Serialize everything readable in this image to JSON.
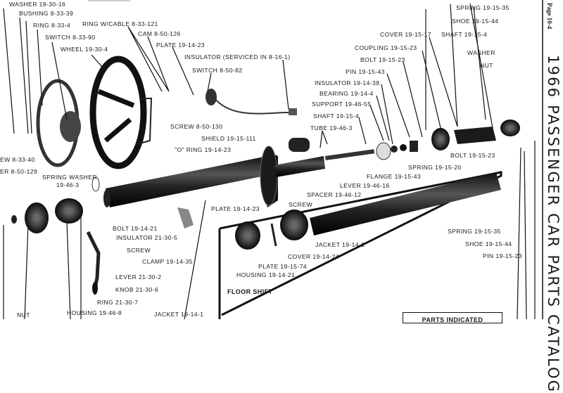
{
  "page": {
    "title": "1966 PASSENGER CAR PARTS CATALOG",
    "page_number": "Page 10-4"
  },
  "section_label": "FLOOR SHIFT",
  "parts_box": "PARTS INDICATED",
  "labels": {
    "washer_19_30_16": "WASHER 19-30-16",
    "bushing": "BUSHING 8-33-39",
    "ring_8_33_4": "RING 8-33-4",
    "switch_8_33_90": "SWITCH 8-33-90",
    "wheel": "WHEEL 19-30-4",
    "ring_cable": "RING W/CABLE 8-33-121",
    "cam": "CAM 8-50-126",
    "plate_top": "PLATE 19-14-23",
    "insulator_serviced": "INSULATOR (SERVICED IN 8-16-1)",
    "switch_8_50_82": "SWITCH 8-50-82",
    "screw_8_50_130": "SCREW 8-50-130",
    "shield": "SHIELD 19-15-111",
    "o_ring": "\"O\" RING 19-14-23",
    "screw_8_33_40": "EW 8-33-40",
    "er_8_50_129": "ER 8-50-129",
    "spring_washer": "SPRING WASHER",
    "spring_washer_num": "19-46-3",
    "plate_mid": "PLATE 19-14-23",
    "bolt_19_14_21": "BOLT 19-14-21",
    "insulator_21_30_5": "INSULATOR 21-30-5",
    "screw_lever": "SCREW",
    "clamp": "CLAMP 19-14-35",
    "lever_21_30_2": "LEVER 21-30-2",
    "knob": "KNOB 21-30-6",
    "ring_21_30_7": "RING 21-30-7",
    "housing_19_46_8": "HOUSING 19-46-8",
    "jacket_main": "JACKET 19-14-1",
    "nut_left": "NUT",
    "spring_top": "SPRING 19-15-35",
    "shoe_top": "SHOE 19-15-44",
    "cover_19_15_17": "COVER 19-15-17",
    "shaft_top": "SHAFT 19-15-4",
    "coupling": "COUPLING 19-15-23",
    "washer_right": "WASHER",
    "bolt_19_15_23_top": "BOLT 19-15-23",
    "nut_right": "NUT",
    "pin_19_15_43": "PIN 19-15-43",
    "insulator_19_14_38": "INSULATOR 19-14-38",
    "bearing": "BEARING 19-14-4",
    "support": "SUPPORT 19-46-55",
    "shaft_mid": "SHAFT 19-15-4",
    "tube": "TUBE 19-46-3",
    "bolt_19_15_23_low": "BOLT 19-15-23",
    "spring_19_15_20": "SPRING 19-15-20",
    "flange": "FLANGE 19-15-43",
    "lever_19_46_16": "LEVER 19-46-16",
    "spacer": "SPACER 19-46-12",
    "screw_flange": "SCREW",
    "spring_low": "SPRING 19-15-35",
    "shoe_low": "SHOE 19-15-44",
    "pin_19_15_23": "PIN 19-15-23",
    "jacket_floor": "JACKET 19-14-1",
    "cover_19_14_24": "COVER 19-14-24",
    "plate_19_15_74": "PLATE 19-15-74",
    "housing_19_14_21": "HOUSING 19-14-21"
  }
}
